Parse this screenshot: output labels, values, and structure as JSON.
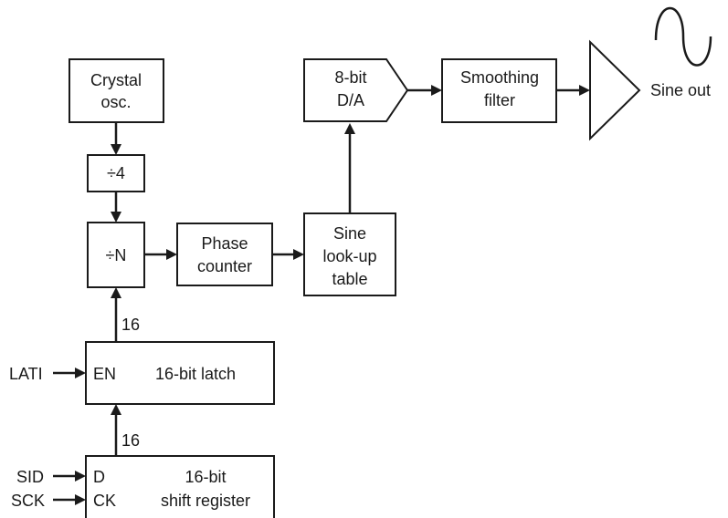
{
  "blocks": {
    "crystal_osc": [
      "Crystal",
      "osc."
    ],
    "div4": "÷4",
    "divN": "÷N",
    "phase_counter": [
      "Phase",
      "counter"
    ],
    "sine_lut": [
      "Sine",
      "look-up",
      "table"
    ],
    "dac": [
      "8-bit",
      "D/A"
    ],
    "smoothing_filter": [
      "Smoothing",
      "filter"
    ],
    "latch": {
      "en_label": "EN",
      "title": "16-bit latch"
    },
    "shift_register": {
      "d_label": "D",
      "ck_label": "CK",
      "title": [
        "16-bit",
        "shift register"
      ]
    }
  },
  "signals": {
    "lati": "LATI",
    "sid": "SID",
    "sck": "SCK",
    "sine_out": "Sine out",
    "bus_latch_to_divn": "16",
    "bus_sr_to_latch": "16"
  }
}
